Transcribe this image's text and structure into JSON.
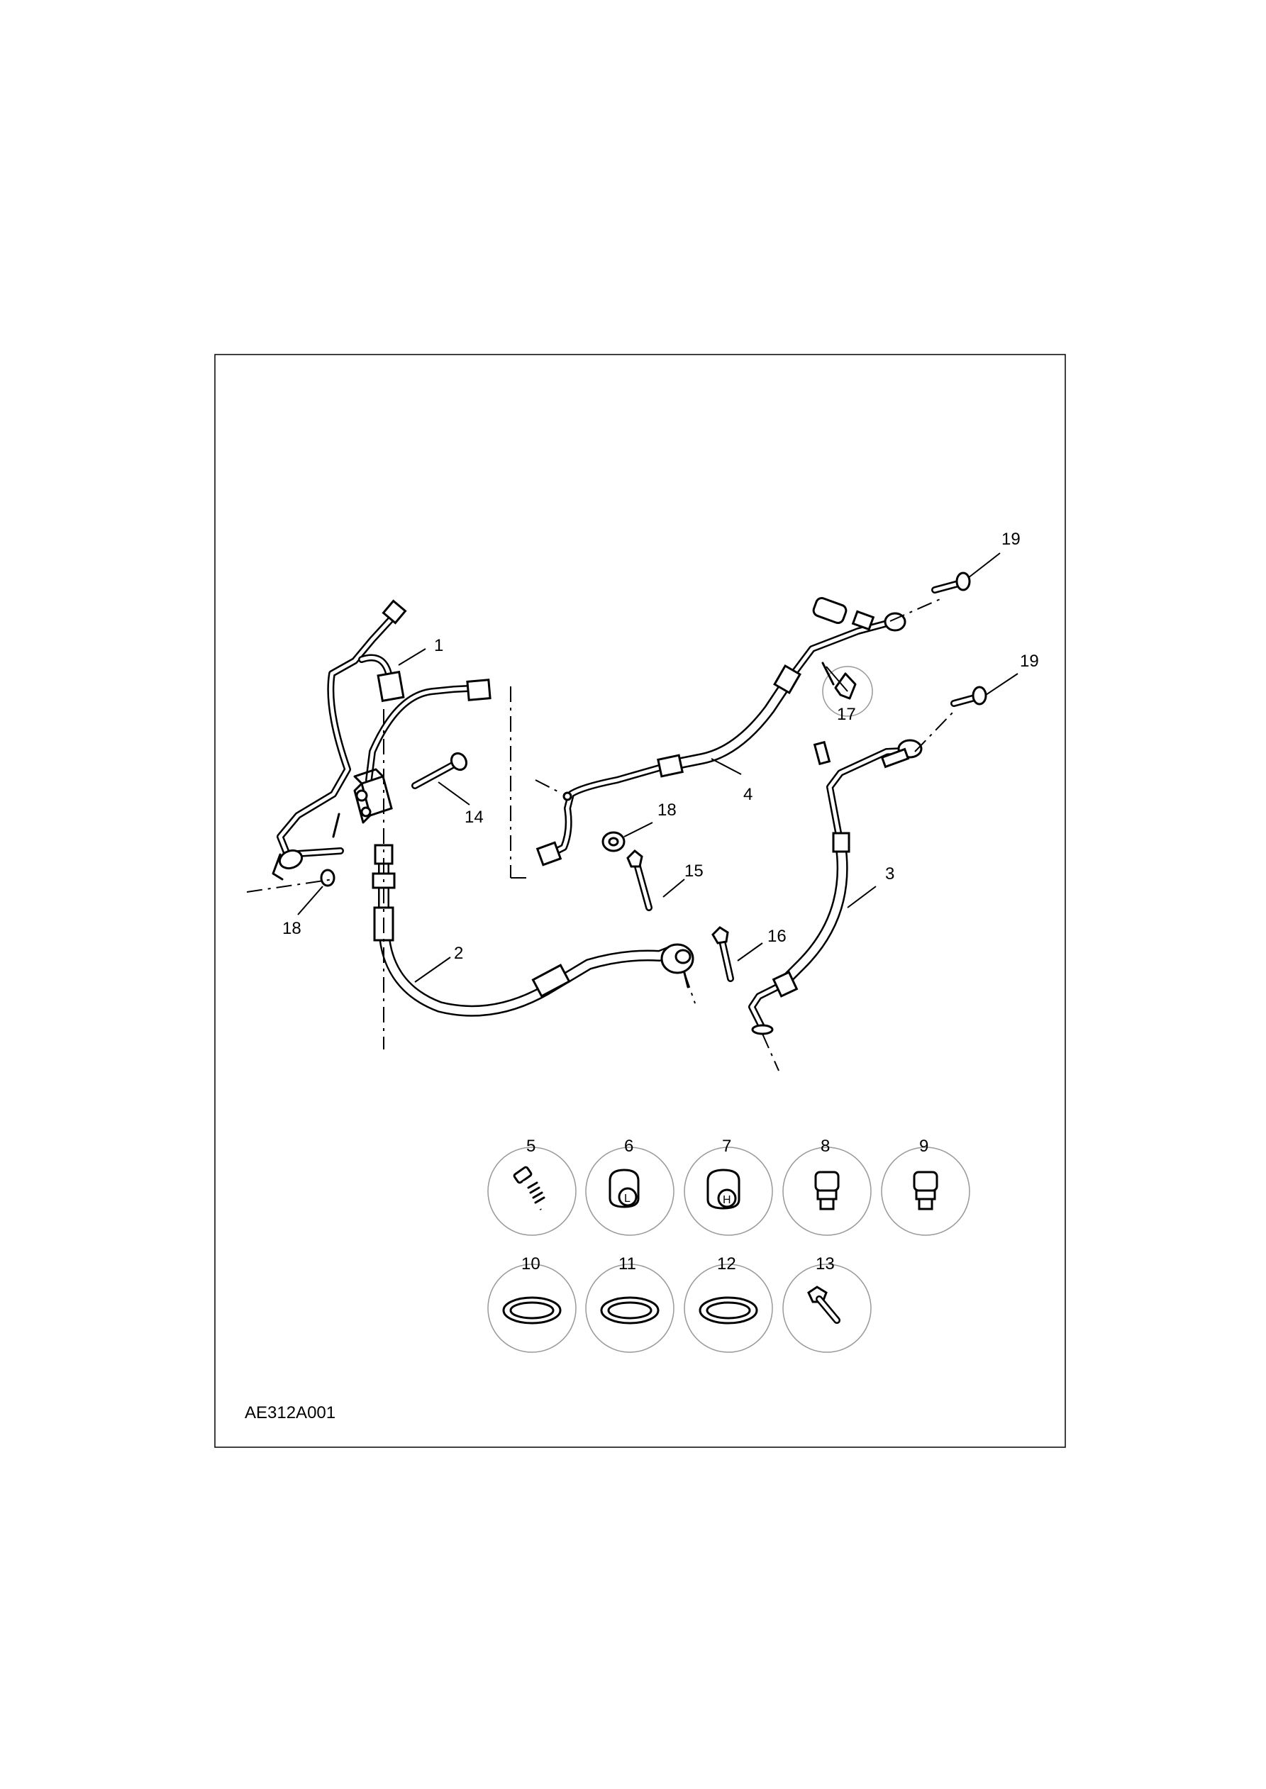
{
  "figure_code": "AE312A001",
  "callouts": {
    "c1": "1",
    "c2": "2",
    "c3": "3",
    "c4": "4",
    "c5": "5",
    "c6": "6",
    "c7": "7",
    "c8": "8",
    "c9": "9",
    "c10": "10",
    "c11": "11",
    "c12": "12",
    "c13": "13",
    "c14": "14",
    "c15": "15",
    "c16": "16",
    "c17": "17",
    "c18a": "18",
    "c18b": "18",
    "c19a": "19",
    "c19b": "19"
  },
  "cap_labels": {
    "low": "L",
    "high": "H"
  }
}
